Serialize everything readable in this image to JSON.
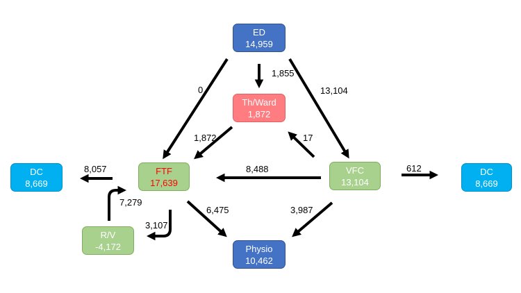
{
  "colors": {
    "dark_blue": "#4472C4",
    "light_blue": "#00B0F0",
    "salmon": "#FF7C80",
    "green": "#A9D18E",
    "highlight_red": "#FF0000",
    "arrow": "#000000"
  },
  "nodes": {
    "ed": {
      "name": "ED",
      "value": "14,959"
    },
    "thward": {
      "name": "Th/Ward",
      "value": "1,872"
    },
    "ftf": {
      "name": "FTF",
      "value": "17,639"
    },
    "vfc": {
      "name": "VFC",
      "value": "13,104"
    },
    "dc_left": {
      "name": "DC",
      "value": "8,669"
    },
    "dc_right": {
      "name": "DC",
      "value": "8,669"
    },
    "rv": {
      "name": "R/V",
      "value": "-4,172"
    },
    "physio": {
      "name": "Physio",
      "value": "10,462"
    }
  },
  "edges": {
    "ed_ftf": "0",
    "ed_thward": "1,855",
    "ed_vfc": "13,104",
    "thward_ftf": "1,872",
    "vfc_thward": "17",
    "vfc_ftf": "8,488",
    "ftf_dc": "8,057",
    "vfc_dc": "612",
    "rv_ftf": "7,279",
    "ftf_rv": "3,107",
    "ftf_physio": "6,475",
    "vfc_physio": "3,987"
  }
}
